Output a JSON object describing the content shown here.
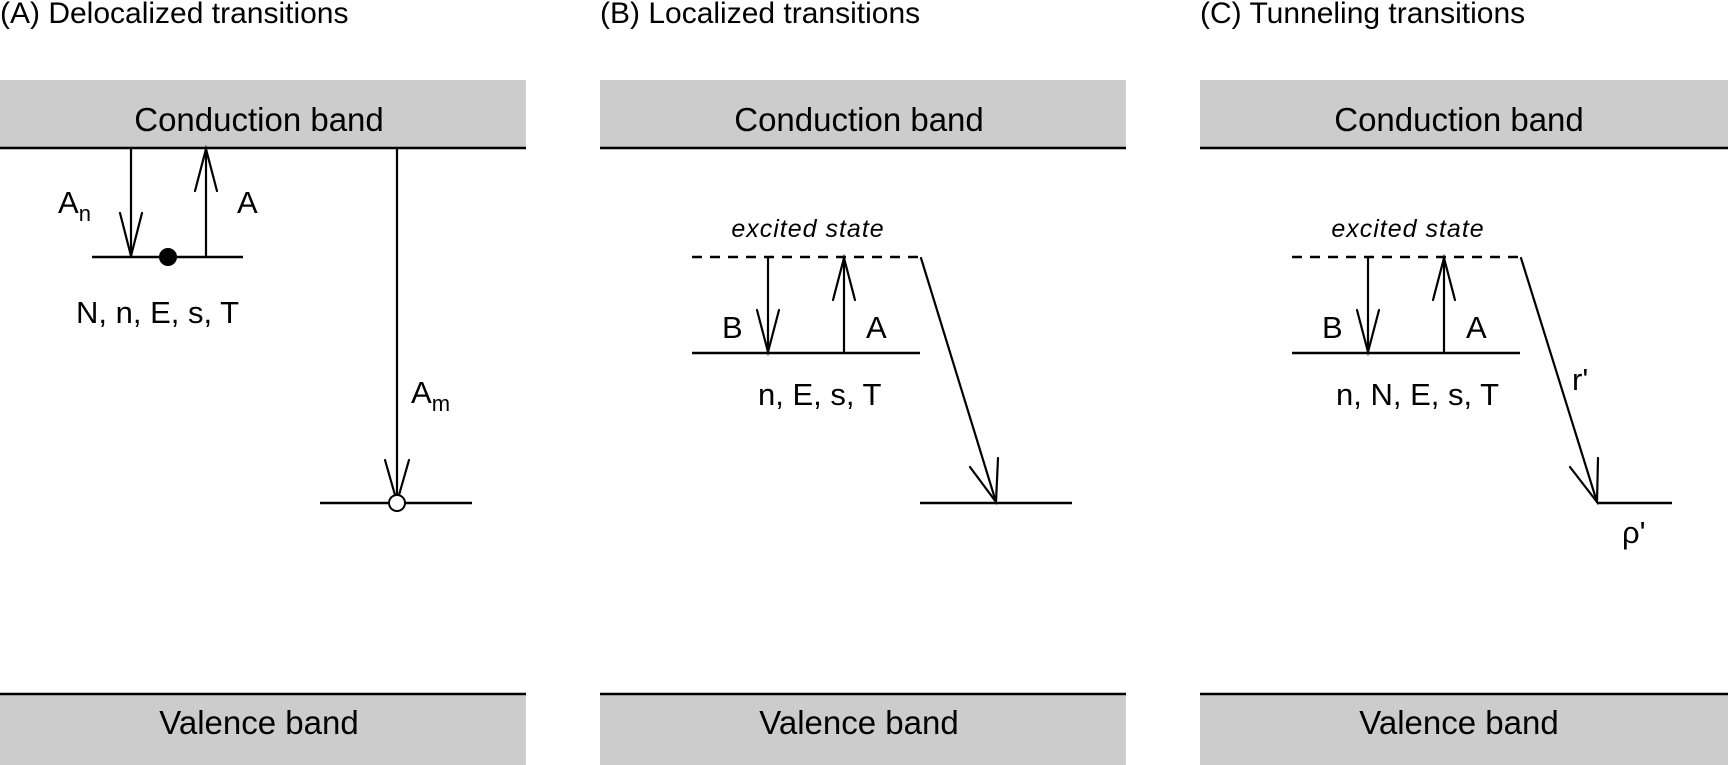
{
  "panels": [
    {
      "title": "(A) Delocalized transitions",
      "conduction_band": "Conduction band",
      "valence_band": "Valence band",
      "labels": {
        "an": "A",
        "an_sub": "n",
        "a": "A",
        "level": "N, n, E, s, T",
        "am": "A",
        "am_sub": "m"
      }
    },
    {
      "title": "(B) Localized transitions",
      "conduction_band": "Conduction band",
      "valence_band": "Valence band",
      "labels": {
        "excited": "excited state",
        "b": "B",
        "a": "A",
        "level": "n, E, s, T"
      }
    },
    {
      "title": "(C) Tunneling transitions",
      "conduction_band": "Conduction band",
      "valence_band": "Valence band",
      "labels": {
        "excited": "excited state",
        "b": "B",
        "a": "A",
        "level": "n, N, E, s, T",
        "r": "r'",
        "rho": "ρ'"
      }
    }
  ]
}
